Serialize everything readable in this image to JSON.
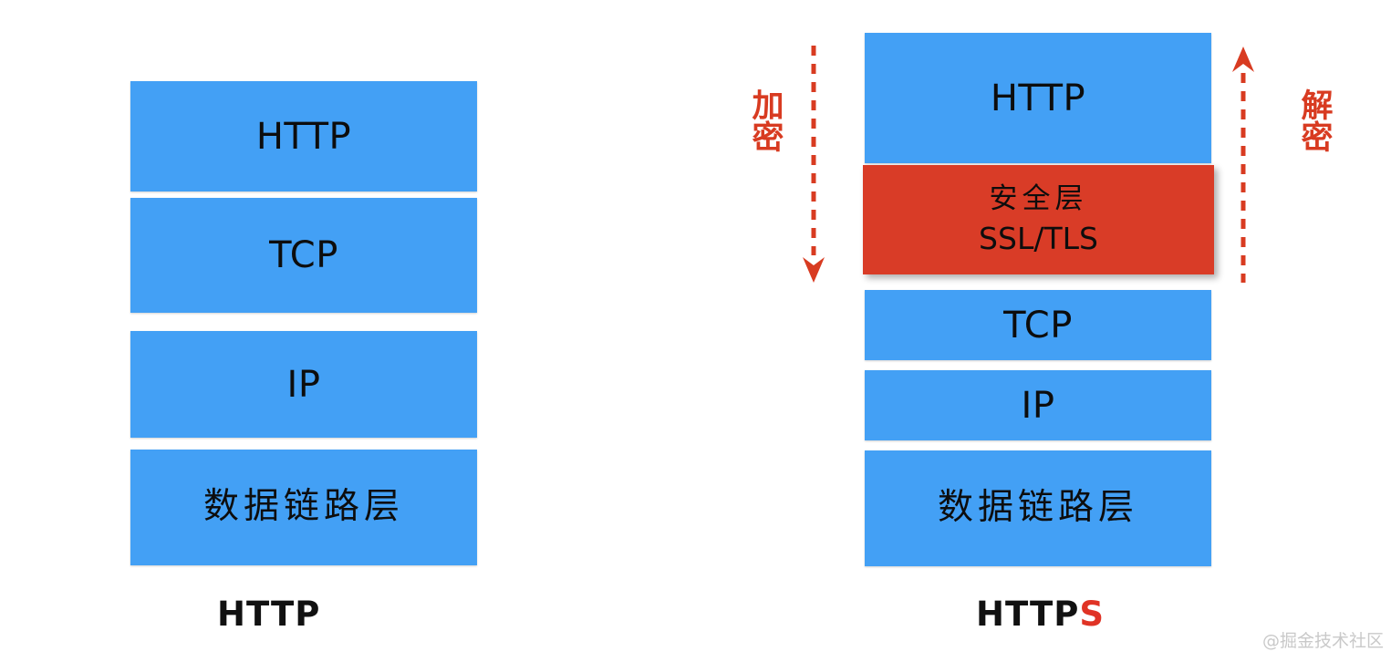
{
  "diagram": {
    "title_left": "HTTP",
    "title_right": "HTTPS",
    "left_stack": {
      "caption": "HTTP",
      "layers": [
        {
          "label": "HTTP",
          "sublabel": "",
          "color": "#43a0f5",
          "kind": "latin"
        },
        {
          "label": "TCP",
          "sublabel": "",
          "color": "#43a0f5",
          "kind": "latin"
        },
        {
          "label": "IP",
          "sublabel": "",
          "color": "#43a0f5",
          "kind": "latin"
        },
        {
          "label": "数据链路层",
          "sublabel": "",
          "color": "#43a0f5",
          "kind": "cjk"
        }
      ]
    },
    "right_stack": {
      "caption_main": "HTTP",
      "caption_accent": "S",
      "layers": [
        {
          "label": "HTTP",
          "sublabel": "",
          "color": "#43a0f5",
          "kind": "latin"
        },
        {
          "label": "安全层",
          "sublabel": "SSL/TLS",
          "color": "#d93c27",
          "kind": "cjk-latin"
        },
        {
          "label": "TCP",
          "sublabel": "",
          "color": "#43a0f5",
          "kind": "latin"
        },
        {
          "label": "IP",
          "sublabel": "",
          "color": "#43a0f5",
          "kind": "latin"
        },
        {
          "label": "数据链路层",
          "sublabel": "",
          "color": "#43a0f5",
          "kind": "cjk"
        }
      ]
    },
    "annotations": {
      "encrypt": {
        "text": "加密",
        "direction": "down",
        "color": "#d83b21"
      },
      "decrypt": {
        "text": "解密",
        "direction": "up",
        "color": "#d83b21"
      }
    },
    "watermark": "@掘金技术社区",
    "colors": {
      "blue": "#43a0f5",
      "red": "#d93c27",
      "annotation_red": "#d83b21",
      "text_black": "#0d0d0d",
      "background": "#ffffff"
    }
  }
}
